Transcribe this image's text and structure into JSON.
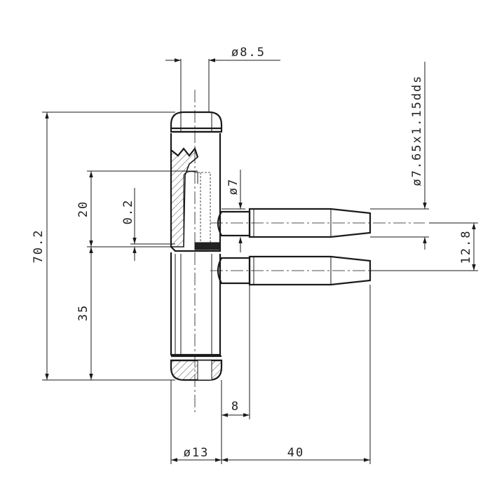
{
  "dimensions": {
    "pin_diameter": "ø8.5",
    "total_height": "70.2",
    "upper_height": "20",
    "gap": "0.2",
    "lower_height": "35",
    "thread_diameter": "ø7",
    "spec": "ø7.65x1.15dds",
    "pitch": "12.8",
    "shoulder": "8",
    "barrel_diameter": "ø13",
    "length": "40"
  }
}
